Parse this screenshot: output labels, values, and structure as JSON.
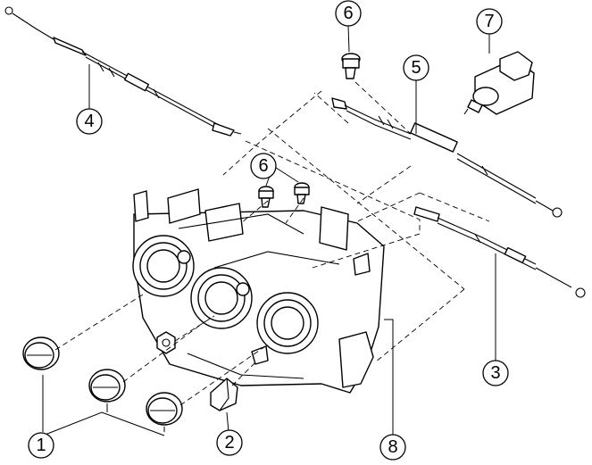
{
  "callouts": {
    "c1": "1",
    "c2": "2",
    "c3": "3",
    "c4": "4",
    "c5": "5",
    "c6_top": "6",
    "c6_mid": "6",
    "c7": "7",
    "c8": "8"
  },
  "colors": {
    "line": "#000000",
    "background": "#ffffff"
  }
}
